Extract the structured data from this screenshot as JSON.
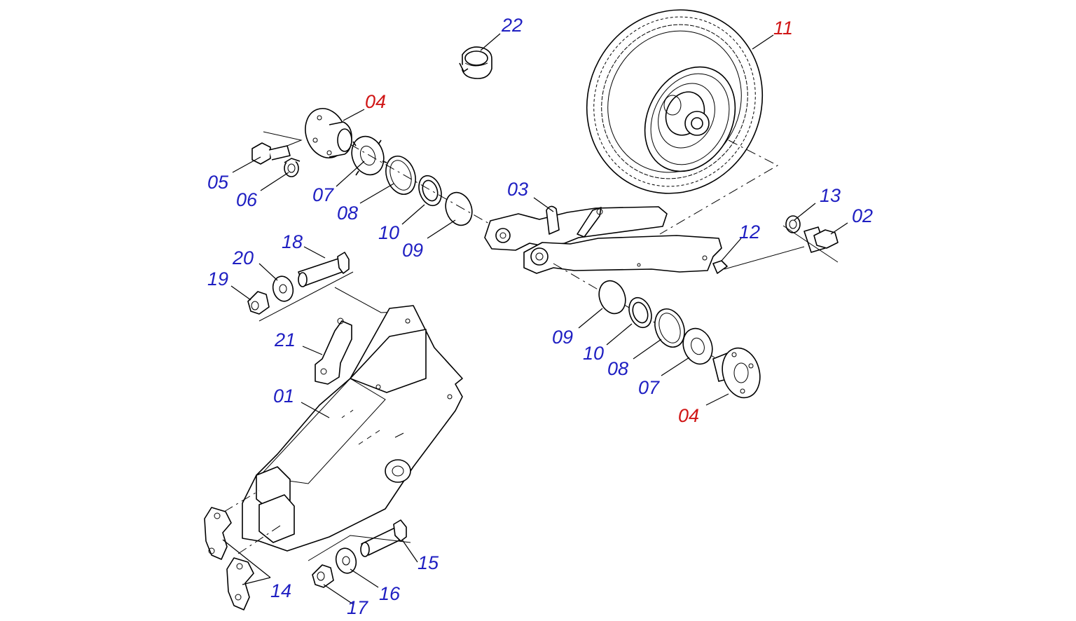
{
  "colors": {
    "label_blue": "#1f1fc2",
    "label_red": "#d01616"
  },
  "labels": {
    "l22": "22",
    "l11": "11",
    "l04a": "04",
    "l05": "05",
    "l06": "06",
    "l07a": "07",
    "l08a": "08",
    "l10a": "10",
    "l09a": "09",
    "l03": "03",
    "l13": "13",
    "l02": "02",
    "l12": "12",
    "l18": "18",
    "l20": "20",
    "l19": "19",
    "l21": "21",
    "l01": "01",
    "l09b": "09",
    "l10b": "10",
    "l08b": "08",
    "l07b": "07",
    "l04b": "04",
    "l14": "14",
    "l15": "15",
    "l16": "16",
    "l17": "17"
  }
}
